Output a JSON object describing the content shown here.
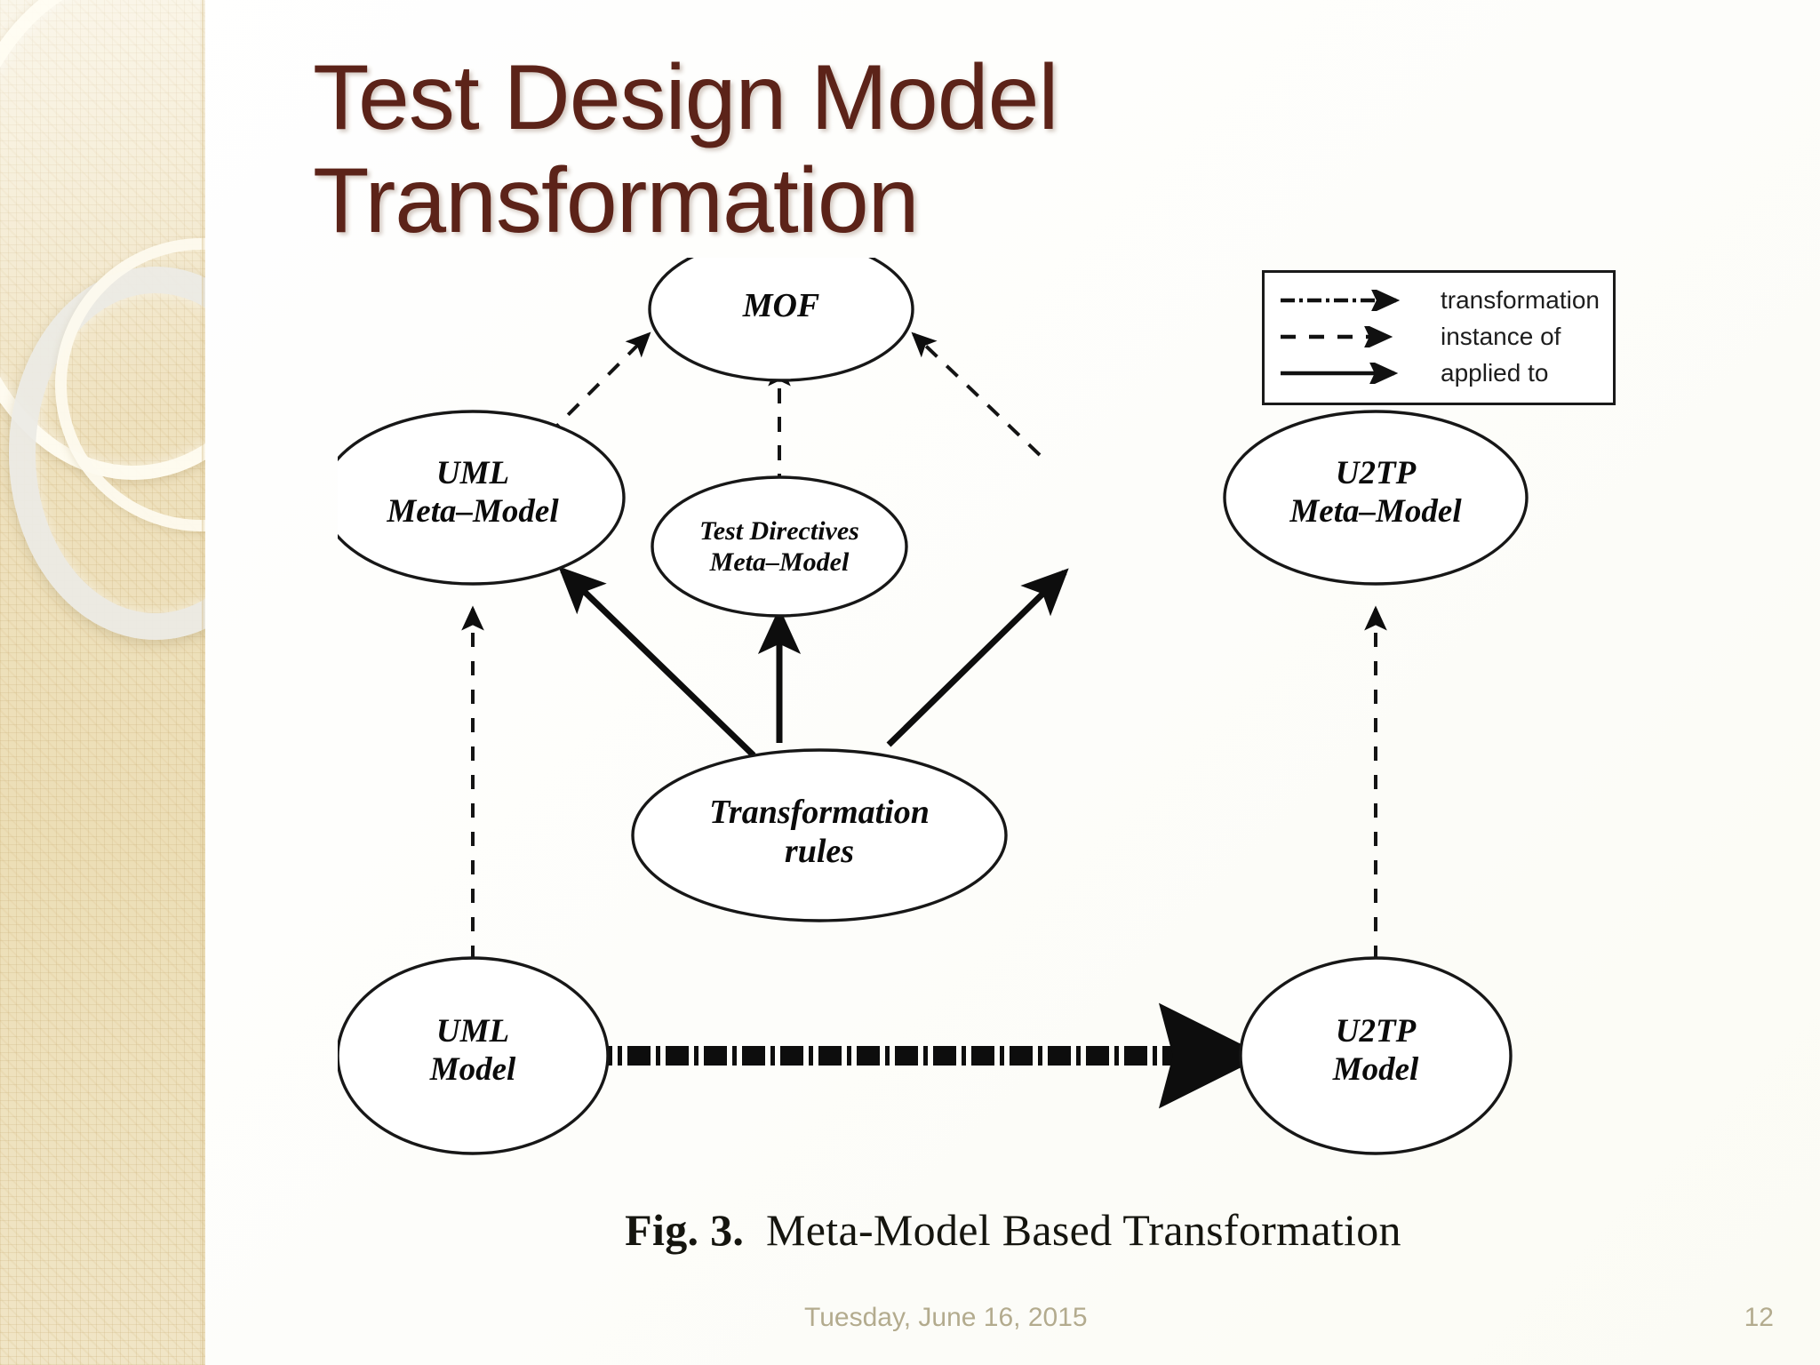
{
  "slide": {
    "title": "Test Design Model\nTransformation",
    "title_color": "#5c2319",
    "background_color": "#fdfdfa"
  },
  "sidebar": {
    "name": "decorative-sidebar",
    "base_color": "#efe2c0",
    "ring_color": "#fffdf3",
    "ring_secondary_color": "#ecebe5"
  },
  "figure": {
    "caption_number": "Fig. 3.",
    "caption_text": "Meta-Model Based Transformation",
    "nodes": {
      "mof": "MOF",
      "uml_meta": "UML\nMeta–Model",
      "test_directives_meta": "Test Directives\nMeta–Model",
      "u2tp_meta": "U2TP\nMeta–Model",
      "transformation_rules": "Transformation\nrules",
      "uml_model": "UML\nModel",
      "u2tp_model": "U2TP\nModel"
    },
    "legend": {
      "items": [
        {
          "style": "dash-dot",
          "label": "transformation"
        },
        {
          "style": "dashed",
          "label": "instance of"
        },
        {
          "style": "solid",
          "label": "applied to"
        }
      ]
    },
    "edges": [
      {
        "from": "uml_meta",
        "to": "mof",
        "style": "dashed",
        "relation": "instance of"
      },
      {
        "from": "test_directives_meta",
        "to": "mof",
        "style": "dashed",
        "relation": "instance of"
      },
      {
        "from": "u2tp_meta",
        "to": "mof",
        "style": "dashed",
        "relation": "instance of"
      },
      {
        "from": "transformation_rules",
        "to": "uml_meta",
        "style": "solid",
        "relation": "applied to"
      },
      {
        "from": "transformation_rules",
        "to": "test_directives_meta",
        "style": "solid",
        "relation": "applied to"
      },
      {
        "from": "transformation_rules",
        "to": "u2tp_meta",
        "style": "solid",
        "relation": "applied to"
      },
      {
        "from": "uml_model",
        "to": "uml_meta",
        "style": "dashed",
        "relation": "instance of"
      },
      {
        "from": "u2tp_model",
        "to": "u2tp_meta",
        "style": "dashed",
        "relation": "instance of"
      },
      {
        "from": "uml_model",
        "to": "u2tp_model",
        "style": "dash-dot",
        "relation": "transformation"
      }
    ]
  },
  "footer": {
    "date": "Tuesday, June 16, 2015",
    "page_number": "12",
    "text_color": "#b3ab8e"
  }
}
